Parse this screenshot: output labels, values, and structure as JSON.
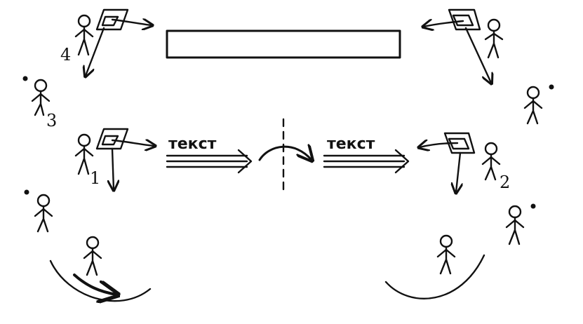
{
  "labels": {
    "text_left": "текст",
    "text_right": "текст"
  },
  "numbers": {
    "n1": "1",
    "n2": "2",
    "n3": "3",
    "n4": "4"
  },
  "icons": {
    "person": "person-icon",
    "sheet": "sheet-icon",
    "dot": "dot-icon",
    "arrow": "arrow-icon",
    "double_arrow": "double-arrow-icon",
    "divider": "dashed-divider",
    "board": "board-rectangle"
  },
  "colors": {
    "ink": "#111111",
    "background": "#ffffff"
  }
}
